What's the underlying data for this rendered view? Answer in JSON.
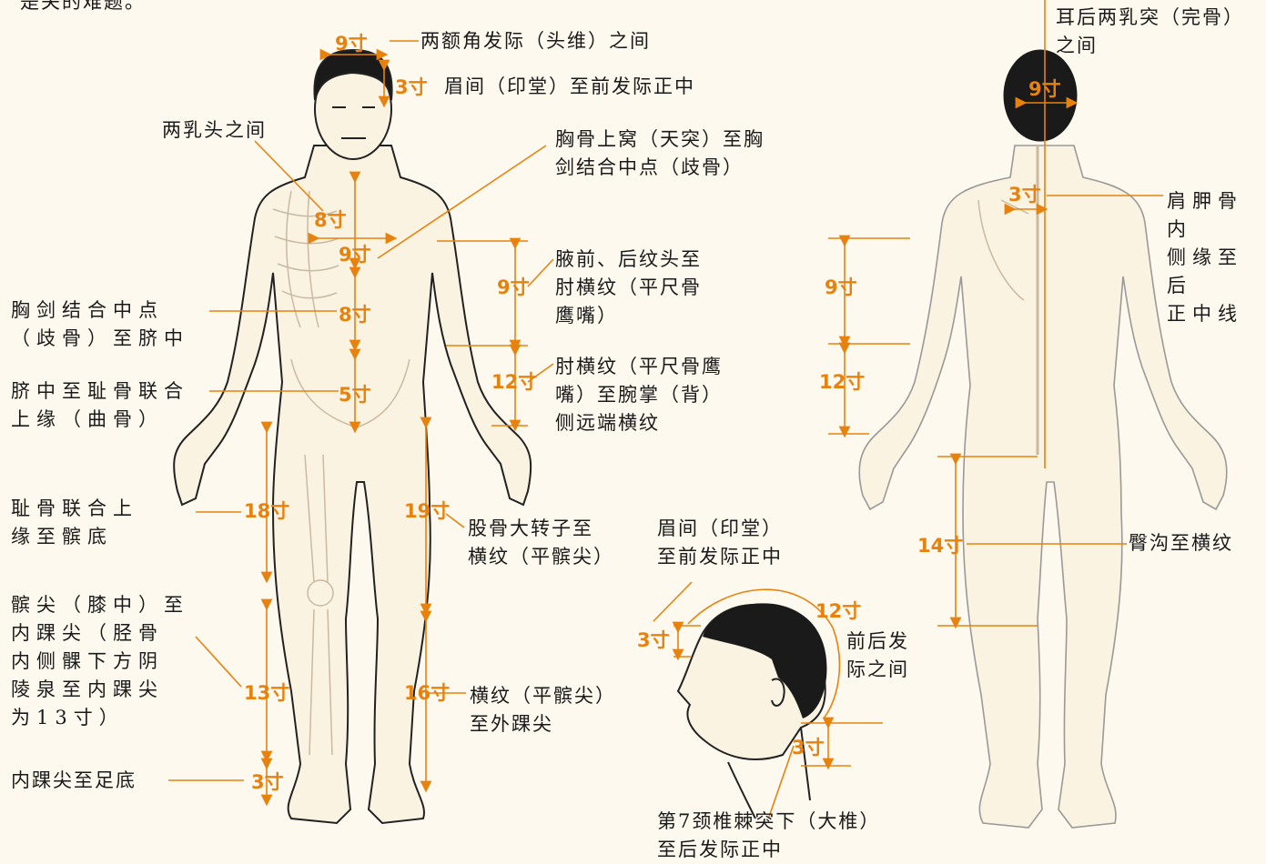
{
  "colors": {
    "background": "#fdf9ee",
    "measure": "#e8820f",
    "ink": "#1a1a1a",
    "skin": "#fbf3e2"
  },
  "top_fragment": "是关的难题。",
  "labels": {
    "forehead_corners": "两额角发际（头维）之间",
    "glabella_front": "眉间（印堂）至前发际正中",
    "nipples": "两乳头之间",
    "sternal_notch": "胸骨上窝（天突）至胸\n剑结合中点（歧骨）",
    "axilla_elbow": "腋前、后纹头至\n肘横纹（平尺骨\n鹰嘴）",
    "elbow_wrist": "肘横纹（平尺骨鹰\n嘴）至腕掌（背）\n侧远端横纹",
    "xiphoid_navel": "胸剑结合中点\n（歧骨）至脐中",
    "navel_pubic": "脐中至耻骨联合\n上缘（曲骨）",
    "pubic_patella": "耻骨联合上\n缘至髌底",
    "trochanter": "股骨大转子至\n横纹（平髌尖）",
    "patella_ankle": "髌尖（膝中）至\n内踝尖（胫骨\n内侧髁下方阴\n陵泉至内踝尖\n为13寸）",
    "crease_lateral_ankle": "横纹（平髌尖）\n至外踝尖",
    "medial_ankle_sole": "内踝尖至足底",
    "head_glabella": "眉间（印堂）\n至前发际正中",
    "hairlines": "前后发\n际之间",
    "c7": "第7颈椎棘突下（大椎）\n至后发际正中",
    "mastoids": "耳后两乳突（完骨）\n之间",
    "scapula": "肩胛骨内\n侧缘至后\n正中线",
    "gluteal": "臀沟至横纹"
  },
  "measures": {
    "forehead": "9寸",
    "glabella": "3寸",
    "nipples": "8寸",
    "sternum": "9寸",
    "xiphoid": "8寸",
    "navel": "5寸",
    "thigh": "18寸",
    "shank": "13寸",
    "foot": "3寸",
    "upper_arm": "9寸",
    "forearm": "12寸",
    "trochanter": "19寸",
    "lateral_shank": "16寸",
    "head_front": "3寸",
    "head_top": "12寸",
    "head_back": "3寸",
    "mastoid": "9寸",
    "scapula": "3寸",
    "back_upper_arm": "9寸",
    "back_forearm": "12寸",
    "gluteal": "14寸"
  }
}
